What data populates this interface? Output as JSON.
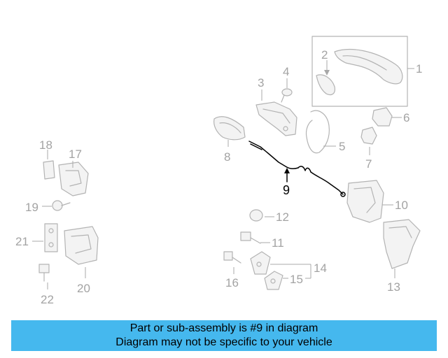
{
  "highlight_color": "#000000",
  "caption_color": "#45b8ee",
  "callouts": {
    "c1": "1",
    "c2": "2",
    "c3": "3",
    "c4": "4",
    "c5": "5",
    "c6": "6",
    "c7": "7",
    "c8": "8",
    "c9": "9",
    "c10": "10",
    "c11": "11",
    "c12": "12",
    "c13": "13",
    "c14": "14",
    "c15": "15",
    "c16": "16",
    "c17": "17",
    "c18": "18",
    "c19": "19",
    "c20": "20",
    "c21": "21",
    "c22": "22"
  },
  "caption": {
    "line1": "Part or sub-assembly is #9 in diagram",
    "line2": "Diagram may not be specific to your vehicle"
  }
}
